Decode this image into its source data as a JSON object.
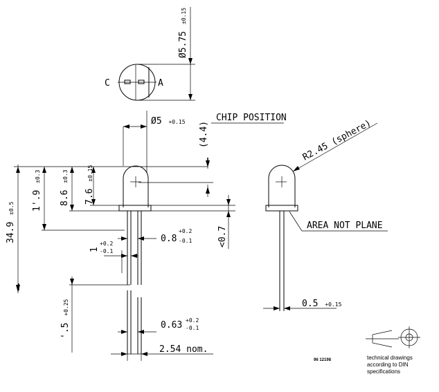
{
  "top_view": {
    "cathode_label": "C",
    "anode_label": "A",
    "diameter_value": "Ø5.75",
    "diameter_tol": "±0.15"
  },
  "side_view": {
    "lens_dia_value": "Ø5",
    "lens_dia_tol": "+0.15",
    "chip_position_label": "CHIP POSITION",
    "chip_height": "(4.4)",
    "overall_length": "34.9",
    "overall_length_tol": "±0.5",
    "body_height": "1'.9",
    "body_height_tol": "±0.3",
    "height_8_6": "8.6",
    "height_8_6_tol": "±0.3",
    "height_7_6": "7.6",
    "height_7_6_tol": "±0.15",
    "flange": "<0.7",
    "lead_width_value": "0.8",
    "lead_width_tol_plus": "+0.2",
    "lead_width_tol_minus": "-0.1",
    "small_tol_plus": "+0.2",
    "small_tol_minus": "-0.1",
    "small_value": "1",
    "lead_length": "'.5",
    "lead_length_tol": "+0.25",
    "lead_thickness_value": "0.63",
    "lead_thickness_tol_plus": "+0.2",
    "lead_thickness_tol_minus": "-0.1",
    "pitch": "2.54  nom."
  },
  "right_view": {
    "radius_label": "R2.45 (sphere)",
    "area_label": "AREA NOT PLANE",
    "lead_dia_value": "0.5",
    "lead_dia_tol": "+0.15"
  },
  "footer": {
    "drawing_number": "96 12198",
    "note_line1": "technical drawings",
    "note_line2": "according to DIN",
    "note_line3": "specifications"
  }
}
